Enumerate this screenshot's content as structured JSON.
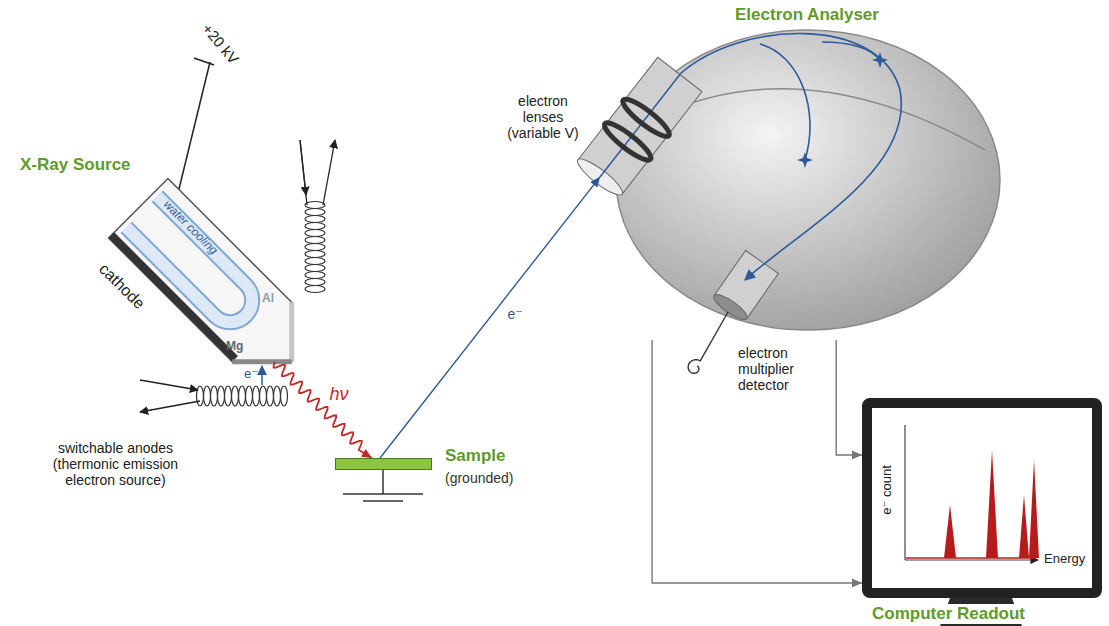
{
  "diagram": {
    "nodes": [
      {
        "text": [
          "X-Ray Source"
        ]
      },
      {
        "text": [
          "Sample",
          "(grounded)"
        ]
      },
      {
        "text": [
          "Electron Analyser"
        ]
      },
      {
        "text": [
          "Computer Readout"
        ]
      }
    ],
    "edges": [
      {
        "from": 0,
        "to": 1,
        "arrow": "to",
        "label": "hν"
      },
      {
        "from": 1,
        "to": 2,
        "arrow": "to",
        "label": "e⁻"
      },
      {
        "from": 2,
        "to": 3,
        "arrow": "to"
      },
      {
        "from": 2,
        "to": 3,
        "arrow": "to"
      }
    ],
    "labels": [
      "+20 kV",
      "water cooling",
      "cathode",
      "Al",
      "Mg",
      "e⁻",
      "switchable anodes (thermonic emission electron source)",
      "electron lenses (variable V)",
      "electron multiplier detector",
      "e⁻ count",
      "Energy"
    ]
  }
}
